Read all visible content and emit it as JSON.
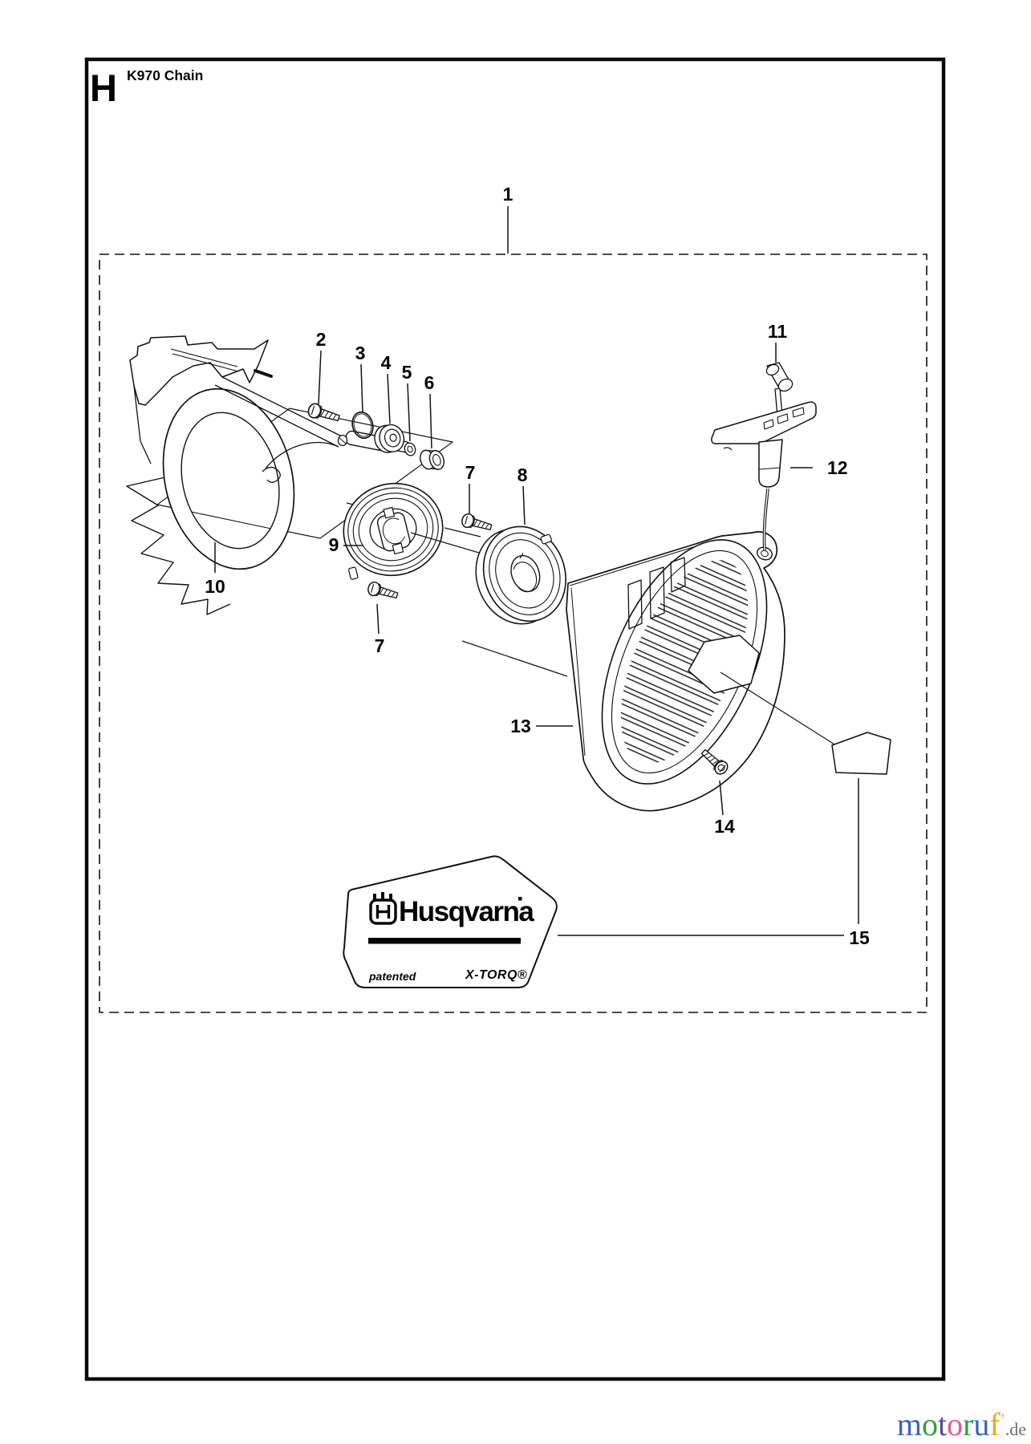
{
  "page": {
    "header_letter": "H",
    "title": "K970 Chain"
  },
  "diagram": {
    "callouts": [
      {
        "number": "1"
      },
      {
        "number": "2"
      },
      {
        "number": "3"
      },
      {
        "number": "4"
      },
      {
        "number": "5"
      },
      {
        "number": "6"
      },
      {
        "number": "7"
      },
      {
        "number": "8"
      },
      {
        "number": "9"
      },
      {
        "number": "10"
      },
      {
        "number": "7"
      },
      {
        "number": "11"
      },
      {
        "number": "12"
      },
      {
        "number": "13"
      },
      {
        "number": "14"
      },
      {
        "number": "15"
      }
    ]
  },
  "sticker": {
    "brand": "Husqvarna",
    "patented": "patented",
    "engine": "X-TORQ®"
  },
  "watermark": {
    "word": [
      {
        "ch": "m",
        "color": "#3a63c4"
      },
      {
        "ch": "o",
        "color": "#2f9e41"
      },
      {
        "ch": "t",
        "color": "#5d4896"
      },
      {
        "ch": "o",
        "color": "#e0579e"
      },
      {
        "ch": "r",
        "color": "#2f9e41"
      },
      {
        "ch": "u",
        "color": "#3a63c4"
      },
      {
        "ch": "f",
        "color": "#f5a21f"
      },
      {
        "ch": "’",
        "color": "#f5a21f",
        "small": true
      }
    ],
    "suffix": ".de",
    "suffix_color": "#6e6e6e"
  }
}
